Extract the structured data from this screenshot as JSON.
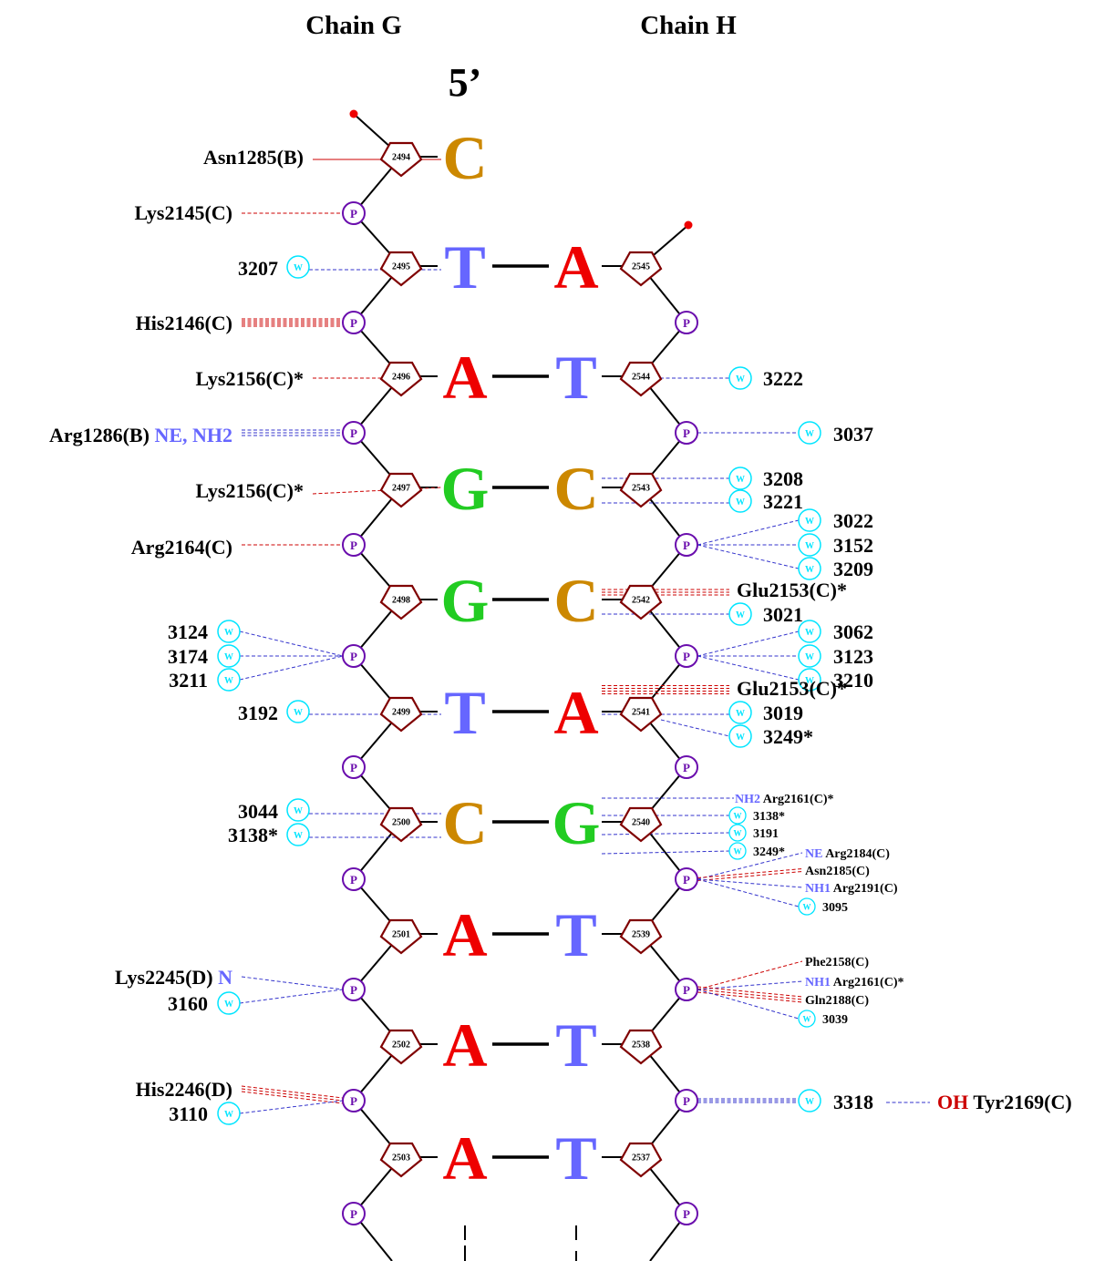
{
  "headers": {
    "chain_g": "Chain G",
    "chain_h": "Chain H",
    "five_prime": "5’"
  },
  "colors": {
    "sugar": "#800000",
    "phosphate": "#6a0dad",
    "water": "#00e5ff",
    "hbond": "#3333cc",
    "nonbond": "#cc0000",
    "atom": "#6666ff",
    "base_A": "#ee0000",
    "base_T": "#6666ff",
    "base_G": "#22cc22",
    "base_C": "#cc8800",
    "backbone": "#000000"
  },
  "symbols": {
    "phosphate": "P",
    "water": "W"
  },
  "sugars": {
    "g": [
      "2494",
      "2495",
      "2496",
      "2497",
      "2498",
      "2499",
      "2500",
      "2501",
      "2502",
      "2503"
    ],
    "h": [
      "2545",
      "2544",
      "2543",
      "2542",
      "2541",
      "2540",
      "2539",
      "2538",
      "2537"
    ]
  },
  "bases": {
    "g": [
      "C",
      "T",
      "A",
      "G",
      "G",
      "T",
      "C",
      "A",
      "A",
      "A"
    ],
    "h": [
      "A",
      "T",
      "C",
      "C",
      "A",
      "G",
      "T",
      "T",
      "T"
    ]
  },
  "left_labels": [
    {
      "text": "Asn1285(B)",
      "kind": "nonbond"
    },
    {
      "text": "Lys2145(C)",
      "kind": "nonbond"
    },
    {
      "text": "3207",
      "kind": "water"
    },
    {
      "text": "His2146(C)",
      "kind": "nonbond"
    },
    {
      "text": "Lys2156(C)*",
      "kind": "nonbond"
    },
    {
      "text": "Arg1286(B)",
      "atom": "NE, NH2",
      "kind": "hbond"
    },
    {
      "text": "Lys2156(C)*",
      "kind": "nonbond"
    },
    {
      "text": "Arg2164(C)",
      "kind": "nonbond"
    },
    {
      "text": "3124",
      "kind": "water"
    },
    {
      "text": "3174",
      "kind": "water"
    },
    {
      "text": "3211",
      "kind": "water"
    },
    {
      "text": "3192",
      "kind": "water"
    },
    {
      "text": "3044",
      "kind": "water"
    },
    {
      "text": "3138*",
      "kind": "water"
    },
    {
      "text": "Lys2245(D)",
      "atom": "N",
      "kind": "hbond"
    },
    {
      "text": "3160",
      "kind": "water"
    },
    {
      "text": "His2246(D)",
      "kind": "nonbond"
    },
    {
      "text": "3110",
      "kind": "water"
    }
  ],
  "right_labels": [
    {
      "text": "3222",
      "kind": "water"
    },
    {
      "text": "3037",
      "kind": "water"
    },
    {
      "text": "3208",
      "kind": "water"
    },
    {
      "text": "3221",
      "kind": "water"
    },
    {
      "text": "3022",
      "kind": "water"
    },
    {
      "text": "3152",
      "kind": "water"
    },
    {
      "text": "3209",
      "kind": "water"
    },
    {
      "text": "Glu2153(C)*",
      "kind": "nonbond"
    },
    {
      "text": "3021",
      "kind": "water"
    },
    {
      "text": "3062",
      "kind": "water"
    },
    {
      "text": "3123",
      "kind": "water"
    },
    {
      "text": "3210",
      "kind": "water"
    },
    {
      "text": "Glu2153(C)*",
      "kind": "nonbond"
    },
    {
      "text": "3019",
      "kind": "water"
    },
    {
      "text": "3249*",
      "kind": "water"
    },
    {
      "text": "Arg2161(C)*",
      "atom": "NH2",
      "kind": "hbond"
    },
    {
      "text": "3138*",
      "kind": "water"
    },
    {
      "text": "3191",
      "kind": "water"
    },
    {
      "text": "3249*",
      "kind": "water"
    },
    {
      "text": "Arg2184(C)",
      "atom": "NE",
      "kind": "hbond"
    },
    {
      "text": "Asn2185(C)",
      "kind": "nonbond"
    },
    {
      "text": "Arg2191(C)",
      "atom": "NH1",
      "kind": "hbond"
    },
    {
      "text": "3095",
      "kind": "water"
    },
    {
      "text": "Phe2158(C)",
      "kind": "nonbond"
    },
    {
      "text": "Arg2161(C)*",
      "atom": "NH1",
      "kind": "hbond"
    },
    {
      "text": "Gln2188(C)",
      "kind": "nonbond"
    },
    {
      "text": "3039",
      "kind": "water"
    },
    {
      "text": "3318",
      "kind": "water"
    },
    {
      "text": "Tyr2169(C)",
      "atom": "OH",
      "kind": "hbond"
    }
  ]
}
